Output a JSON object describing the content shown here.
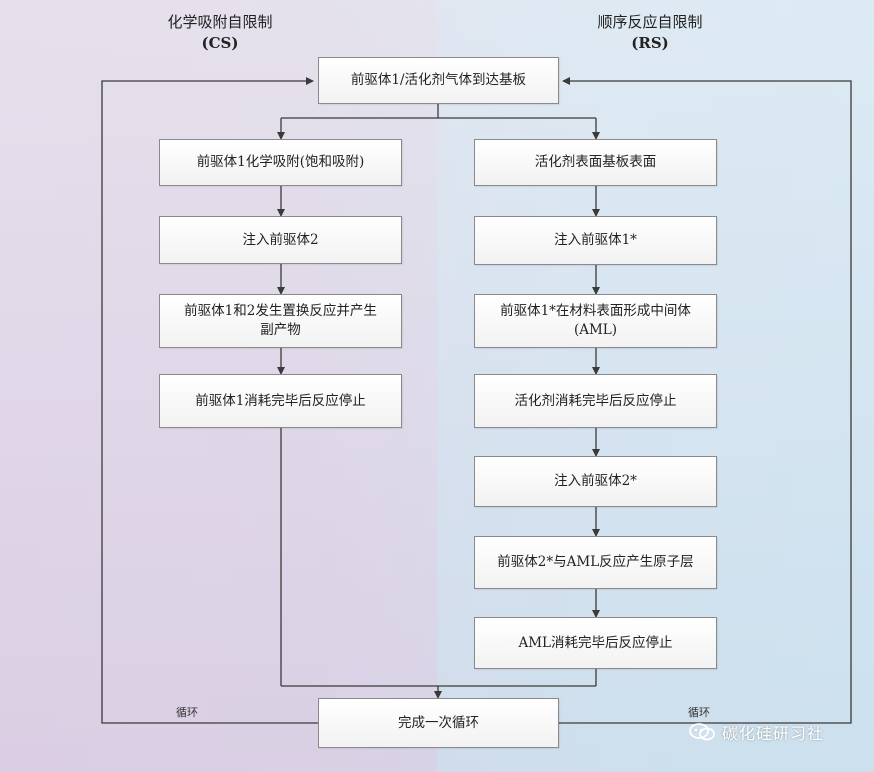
{
  "headers": {
    "left_title": "化学吸附自限制",
    "left_abbr": "(CS)",
    "right_title": "顺序反应自限制",
    "right_abbr": "(RS)"
  },
  "top_box": "前驱体1/活化剂气体到达基板",
  "left_steps": [
    "前驱体1化学吸附(饱和吸附)",
    "注入前驱体2",
    "前驱体1和2发生置换反应并产生副产物",
    "前驱体1消耗完毕后反应停止"
  ],
  "right_steps": [
    "活化剂表面基板表面",
    "注入前驱体1*",
    "前驱体1*在材料表面形成中间体(AML)",
    "活化剂消耗完毕后反应停止",
    "注入前驱体2*",
    "前驱体2*与AML反应产生原子层",
    "AML消耗完毕后反应停止"
  ],
  "bottom_box": "完成一次循环",
  "loop_left": "循环",
  "loop_right": "循环",
  "watermark": "碳化硅研习社",
  "colors": {
    "arrow": "#3a3a3a",
    "box_border": "#8a8a8a",
    "left_bg": "#ddd3e5",
    "right_bg": "#d0e4f0"
  }
}
